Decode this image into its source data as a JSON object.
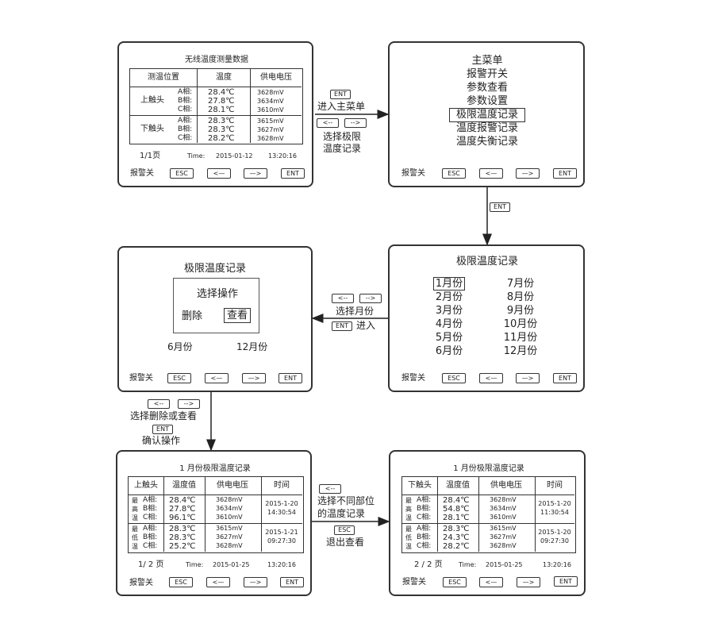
{
  "keys": {
    "ent": "ENT",
    "esc": "ESC",
    "left": "<--",
    "right": "-->"
  },
  "footer": {
    "alarm_off": "报警关",
    "esc": "ESC",
    "left": "<—",
    "right": "—>",
    "ent": "ENT"
  },
  "screen1": {
    "title": "无线温度测量数据",
    "headers": [
      "测温位置",
      "温度",
      "供电电压"
    ],
    "groups": [
      {
        "label": "上触头",
        "phases": [
          "A相:",
          "B相:",
          "C相:"
        ],
        "temps": [
          "28.4℃",
          "27.8℃",
          "28.1℃"
        ],
        "volts": [
          "3628mV",
          "3634mV",
          "3610mV"
        ]
      },
      {
        "label": "下触头",
        "phases": [
          "A相:",
          "B相:",
          "C相:"
        ],
        "temps": [
          "28.3℃",
          "28.3℃",
          "28.2℃"
        ],
        "volts": [
          "3615mV",
          "3627mV",
          "3628mV"
        ]
      }
    ],
    "page": "1/1页",
    "time_label": "Time:",
    "date": "2015-01-12",
    "time": "13:20:16"
  },
  "screen2": {
    "items": [
      "主菜单",
      "报警开关",
      "参数查看",
      "参数设置",
      "极限温度记录",
      "温度报警记录",
      "温度失衡记录"
    ],
    "selected_index": 4
  },
  "screen3": {
    "title": "极限温度记录",
    "months_left": [
      "1月份",
      "2月份",
      "3月份",
      "4月份",
      "5月份",
      "6月份"
    ],
    "months_right": [
      "7月份",
      "8月份",
      "9月份",
      "10月份",
      "11月份",
      "12月份"
    ],
    "selected_month": "1月份"
  },
  "screen4": {
    "title": "极限温度记录",
    "dialog_title": "选择操作",
    "delete": "删除",
    "view": "查看",
    "left_month": "6月份",
    "right_month": "12月份"
  },
  "screen5": {
    "title": "1 月份极限温度记录",
    "headers": [
      "上触头",
      "温度值",
      "供电电压",
      "时间"
    ],
    "groups": [
      {
        "label": [
          "最",
          "高",
          "温"
        ],
        "phases": [
          "A相:",
          "B相:",
          "C相:"
        ],
        "temps": [
          "28.4℃",
          "27.8℃",
          "96.1℃"
        ],
        "volts": [
          "3628mV",
          "3634mV",
          "3610mV"
        ],
        "date": "2015-1-20",
        "time": "14:30:54"
      },
      {
        "label": [
          "最",
          "低",
          "温"
        ],
        "phases": [
          "A相:",
          "B相:",
          "C相:"
        ],
        "temps": [
          "28.3℃",
          "28.3℃",
          "25.2℃"
        ],
        "volts": [
          "3615mV",
          "3627mV",
          "3628mV"
        ],
        "date": "2015-1-21",
        "time": "09:27:30"
      }
    ],
    "page": "1/ 2 页",
    "time_label": "Time:",
    "date": "2015-01-25",
    "clock": "13:20:16"
  },
  "screen6": {
    "title": "1 月份极限温度记录",
    "headers": [
      "下触头",
      "温度值",
      "供电电压",
      "时间"
    ],
    "groups": [
      {
        "label": [
          "最",
          "高",
          "温"
        ],
        "phases": [
          "A相:",
          "B相:",
          "C相:"
        ],
        "temps": [
          "28.4℃",
          "54.8℃",
          "28.1℃"
        ],
        "volts": [
          "3628mV",
          "3634mV",
          "3610mV"
        ],
        "date": "2015-1-20",
        "time": "11:30:54"
      },
      {
        "label": [
          "最",
          "低",
          "温"
        ],
        "phases": [
          "A相:",
          "B相:",
          "C相:"
        ],
        "temps": [
          "28.3℃",
          "24.3℃",
          "28.2℃"
        ],
        "volts": [
          "3615mV",
          "3627mV",
          "3628mV"
        ],
        "date": "2015-1-20",
        "time": "09:27:30"
      }
    ],
    "page": "2 / 2 页",
    "time_label": "Time:",
    "date": "2015-01-25",
    "clock": "13:20:16"
  },
  "labels": {
    "enter_main_menu": "进入主菜单",
    "select_limit_line1": "选择极限",
    "select_limit_line2": "温度记录",
    "select_month": "选择月份",
    "enter": "进入",
    "select_delete_view": "选择删除或查看",
    "confirm_op": "确认操作",
    "select_parts_line1": "选择不同部位",
    "select_parts_line2": "的温度记录",
    "exit_view": "退出查看"
  }
}
